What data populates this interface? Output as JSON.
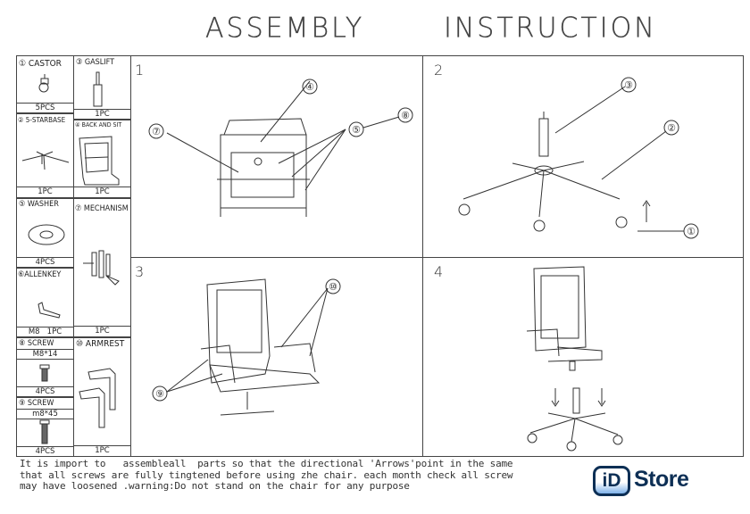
{
  "title": {
    "left": "ASSEMBLY",
    "right": "INSTRUCTION"
  },
  "parts": [
    {
      "id": "castor",
      "label": "① CASTOR",
      "count": "5PCS"
    },
    {
      "id": "gaslift",
      "label": "③ GASLIFT",
      "count": "1PC"
    },
    {
      "id": "starbase",
      "label": "② 5-STARBASE",
      "count": "1PC"
    },
    {
      "id": "back-and-seat",
      "label": "④ BACK AND SIT",
      "count": "1PC"
    },
    {
      "id": "washer",
      "label": "⑤ WASHER",
      "count": "4PCS"
    },
    {
      "id": "mechanism",
      "label": "⑦ MECHANISM",
      "count": "1PC"
    },
    {
      "id": "allenkey",
      "label": "⑥ALLENKEY",
      "count": "M8   1PC"
    },
    {
      "id": "screw-short",
      "label": "⑧  SCREW",
      "spec": "M8*14",
      "count": "4PCS"
    },
    {
      "id": "armrest",
      "label": "⑩ ARMREST",
      "count": "1PC"
    },
    {
      "id": "screw-long",
      "label": "⑨  SCREW",
      "spec": "m8*45",
      "count": "4PCS"
    }
  ],
  "steps": [
    {
      "number": "1",
      "callouts": [
        "④",
        "⑦",
        "⑤",
        "⑧"
      ]
    },
    {
      "number": "2",
      "callouts": [
        "③",
        "②",
        "①"
      ]
    },
    {
      "number": "3",
      "callouts": [
        "⑩",
        "⑨"
      ]
    },
    {
      "number": "4",
      "callouts": []
    }
  ],
  "footer": {
    "line1": "It is import to   assembleall  parts so that the directional 'Arrows'point in the same",
    "line2": "that all screws are fully tingtened before using zhe chair. each month check all screw",
    "line3": "may have loosened .warning:Do not stand on the chair for any purpose"
  },
  "logo": {
    "mark": "iD",
    "text": "Store",
    "color": "#0d2f55"
  }
}
